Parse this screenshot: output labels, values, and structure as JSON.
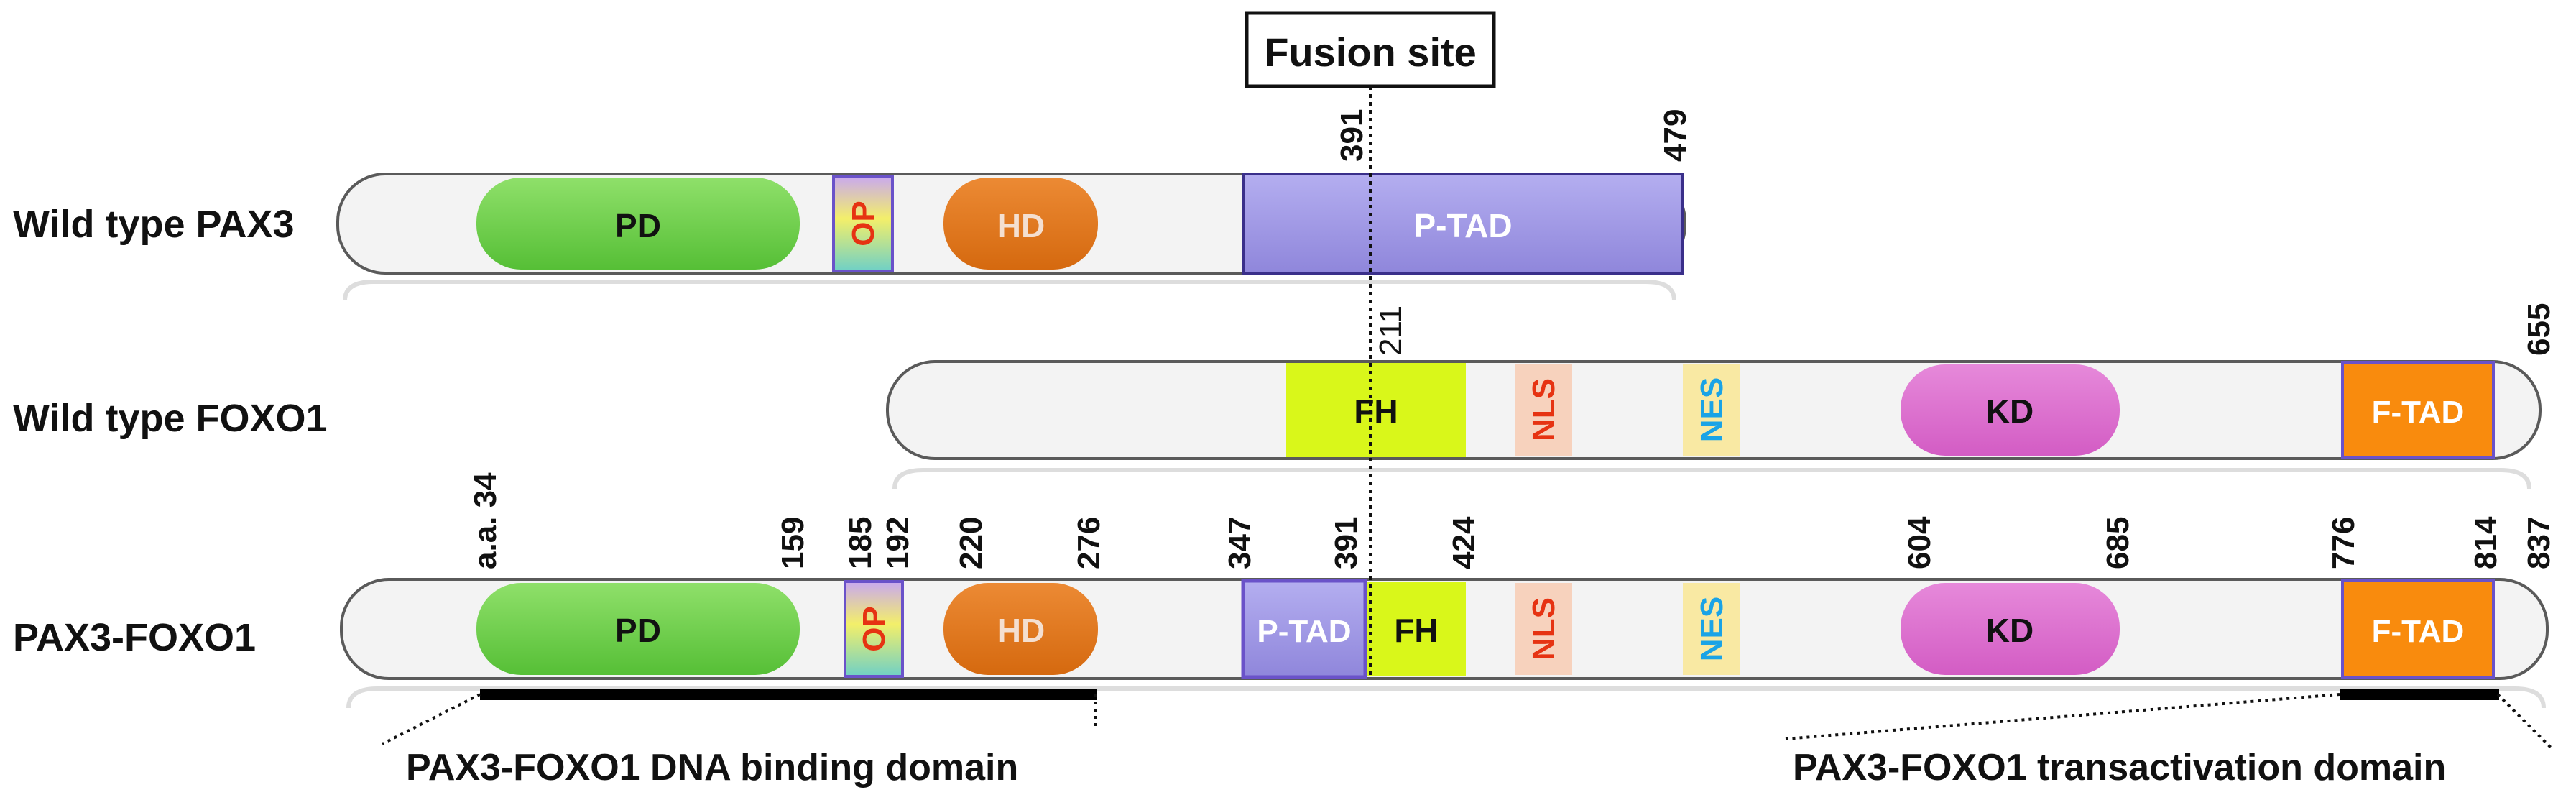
{
  "fusion_site_label": "Fusion site",
  "colors": {
    "track_fill": "#f3f3f3",
    "track_stroke": "#5a5a5a",
    "pd": "#6fd14f",
    "hd": "#e2761c",
    "ptad": "#a29be4",
    "ptad_border": "#6a52c9",
    "fh": "#d9f71a",
    "nls_bg": "#f7d2bd",
    "nls_text": "#e63312",
    "nes_bg": "#f9e9a3",
    "nes_text": "#1aa3e6",
    "kd": "#dd6fcf",
    "ftad": "#f98b0d",
    "ftad_border": "#6a52c9",
    "op_text": "#e63312",
    "bar": "#000000"
  },
  "rows": [
    {
      "id": "pax3",
      "label": "Wild type PAX3",
      "ticks": [
        {
          "text": "391"
        },
        {
          "text": "479"
        }
      ],
      "domains": [
        {
          "text": "PD",
          "type": "pd"
        },
        {
          "text": "OP",
          "type": "op"
        },
        {
          "text": "HD",
          "type": "hd"
        },
        {
          "text": "P-TAD",
          "type": "ptad"
        }
      ]
    },
    {
      "id": "foxo1",
      "label": "Wild type FOXO1",
      "ticks": [
        {
          "text": "211"
        },
        {
          "text": "655"
        }
      ],
      "domains": [
        {
          "text": "FH",
          "type": "fh"
        },
        {
          "text": "NLS",
          "type": "nls"
        },
        {
          "text": "NES",
          "type": "nes"
        },
        {
          "text": "KD",
          "type": "kd"
        },
        {
          "text": "F-TAD",
          "type": "ftad"
        }
      ]
    },
    {
      "id": "fusion",
      "label": "PAX3-FOXO1",
      "ticks": [
        {
          "text": "a.a. 34"
        },
        {
          "text": "159"
        },
        {
          "text": "185"
        },
        {
          "text": "192"
        },
        {
          "text": "220"
        },
        {
          "text": "276"
        },
        {
          "text": "347"
        },
        {
          "text": "391"
        },
        {
          "text": "424"
        },
        {
          "text": "604"
        },
        {
          "text": "685"
        },
        {
          "text": "776"
        },
        {
          "text": "814"
        },
        {
          "text": "837"
        }
      ],
      "domains": [
        {
          "text": "PD",
          "type": "pd"
        },
        {
          "text": "OP",
          "type": "op"
        },
        {
          "text": "HD",
          "type": "hd"
        },
        {
          "text": "P-TAD",
          "type": "ptad"
        },
        {
          "text": "FH",
          "type": "fh"
        },
        {
          "text": "NLS",
          "type": "nls"
        },
        {
          "text": "NES",
          "type": "nes"
        },
        {
          "text": "KD",
          "type": "kd"
        },
        {
          "text": "F-TAD",
          "type": "ftad"
        }
      ]
    }
  ],
  "annotations": {
    "dna_binding": "PAX3-FOXO1 DNA binding domain",
    "transactivation": "PAX3-FOXO1 transactivation domain"
  }
}
